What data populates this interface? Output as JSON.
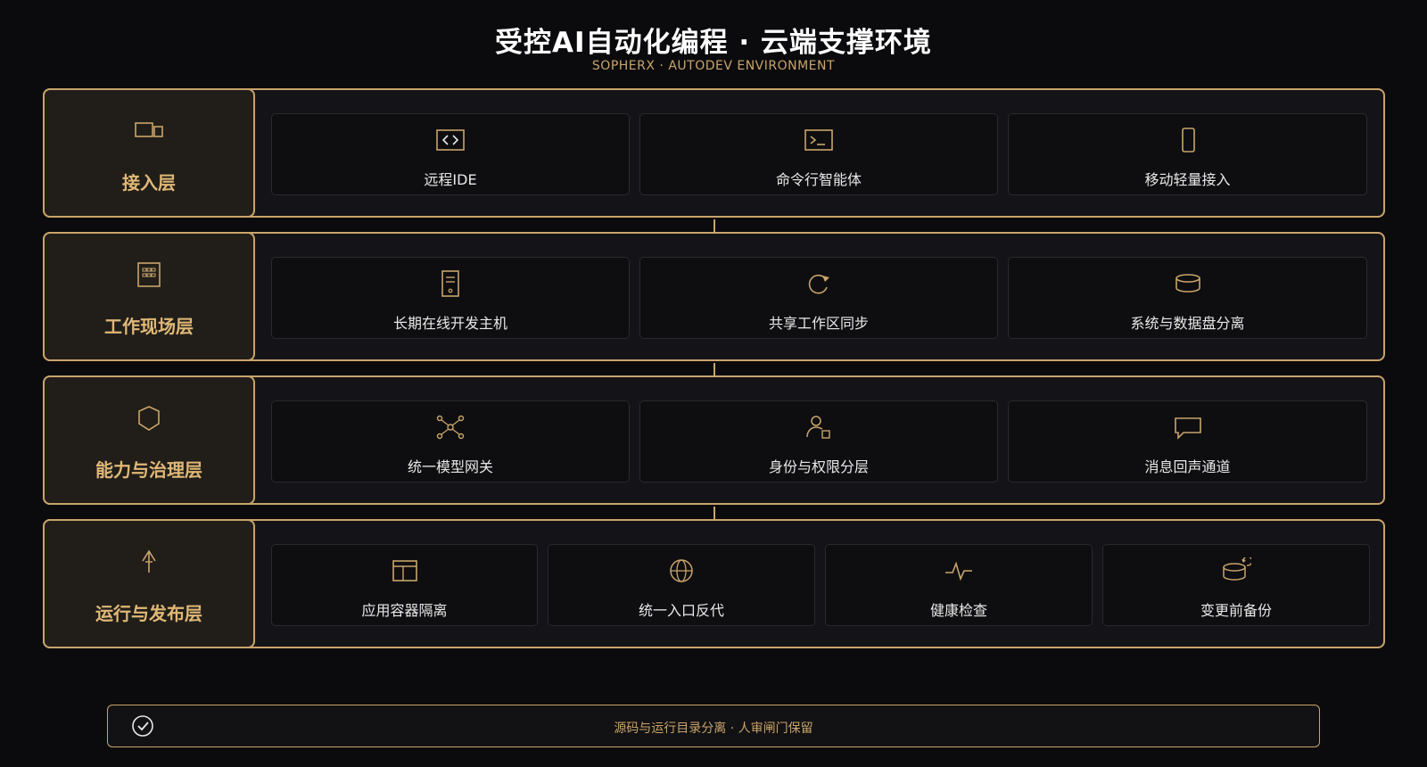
{
  "header": {
    "title": "受控AI自动化编程 · 云端支撑环境",
    "subtitle": "SOPHERX · AUTODEV ENVIRONMENT"
  },
  "accent_color": "#c9a46a",
  "layers": [
    {
      "name": "接入层",
      "icon": "devices-icon",
      "items": [
        {
          "label": "远程IDE",
          "icon": "code-icon"
        },
        {
          "label": "命令行智能体",
          "icon": "terminal-icon"
        },
        {
          "label": "移动轻量接入",
          "icon": "phone-icon"
        }
      ]
    },
    {
      "name": "工作现场层",
      "icon": "server-grid-icon",
      "items": [
        {
          "label": "长期在线开发主机",
          "icon": "server-icon"
        },
        {
          "label": "共享工作区同步",
          "icon": "sync-icon"
        },
        {
          "label": "系统与数据盘分离",
          "icon": "disk-icon"
        }
      ]
    },
    {
      "name": "能力与治理层",
      "icon": "shield-icon",
      "items": [
        {
          "label": "统一模型网关",
          "icon": "network-icon"
        },
        {
          "label": "身份与权限分层",
          "icon": "user-lock-icon"
        },
        {
          "label": "消息回声通道",
          "icon": "message-icon"
        }
      ]
    },
    {
      "name": "运行与发布层",
      "icon": "rocket-icon",
      "items": [
        {
          "label": "应用容器隔离",
          "icon": "container-icon"
        },
        {
          "label": "统一入口反代",
          "icon": "globe-icon"
        },
        {
          "label": "健康检查",
          "icon": "pulse-icon"
        },
        {
          "label": "变更前备份",
          "icon": "backup-icon"
        }
      ]
    }
  ],
  "footer": {
    "text": "源码与运行目录分离 · 人审闸门保留",
    "icon": "check-circle-icon"
  }
}
